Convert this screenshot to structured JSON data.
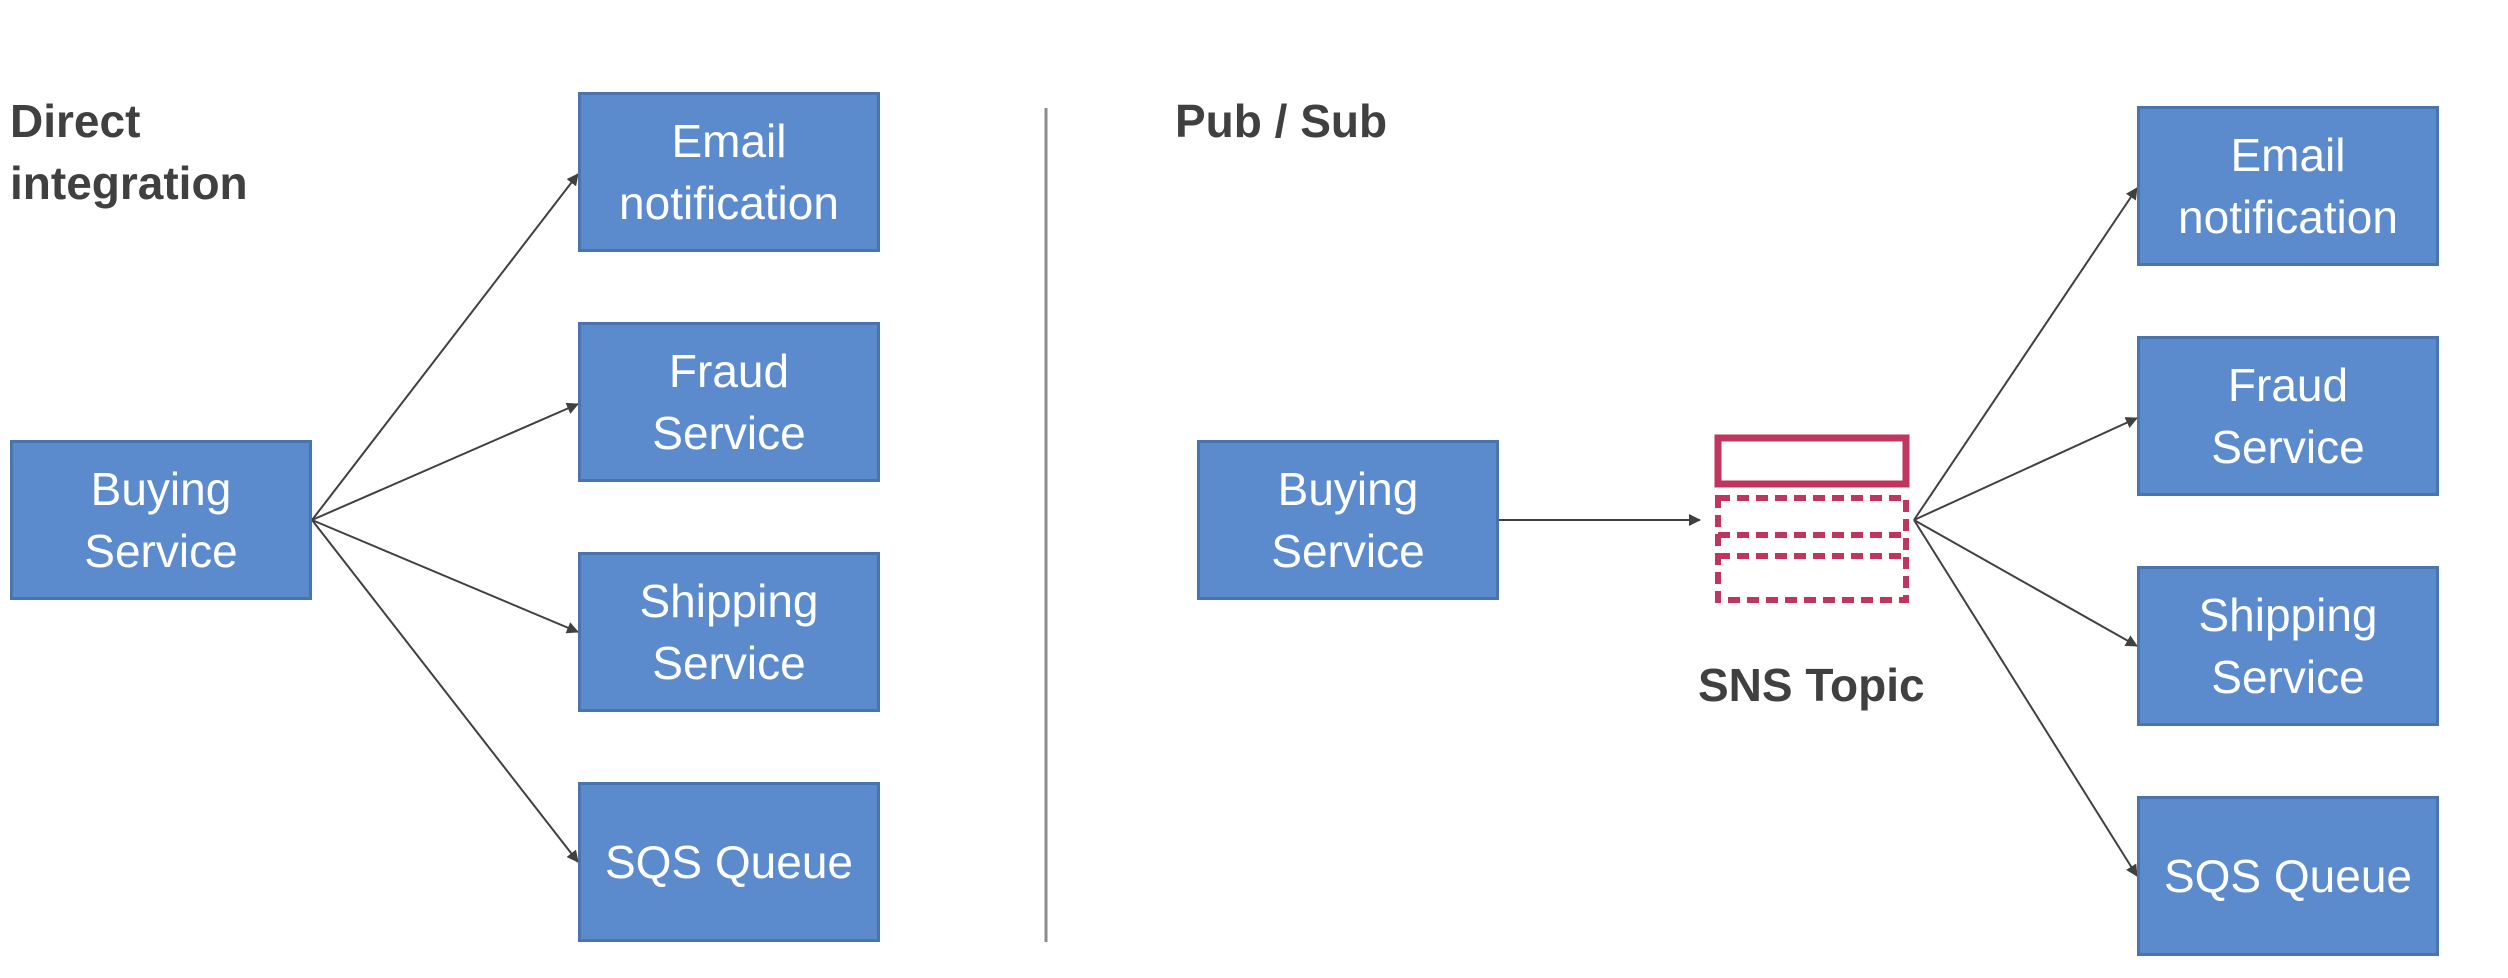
{
  "left": {
    "title": "Direct\nintegration",
    "source": "Buying\nService",
    "targets": [
      "Email\nnotification",
      "Fraud\nService",
      "Shipping\nService",
      "SQS Queue"
    ]
  },
  "right": {
    "title": "Pub / Sub",
    "source": "Buying\nService",
    "topic_label": "SNS Topic",
    "targets": [
      "Email\nnotification",
      "Fraud\nService",
      "Shipping\nService",
      "SQS Queue"
    ]
  },
  "colors": {
    "box_fill": "#5b8bcc",
    "box_border": "#4a74ad",
    "topic_icon": "#c0345e",
    "title_text": "#404040",
    "arrow": "#404040",
    "divider": "#8c8c8c"
  },
  "icons": {
    "topic": "sns-topic-icon"
  }
}
